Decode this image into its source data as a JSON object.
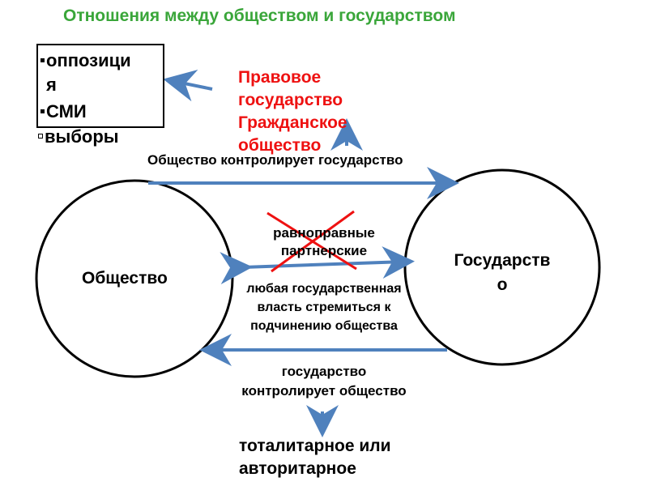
{
  "title": "Отношения между обществом и государством",
  "means": {
    "items": [
      "оппозици",
      "я",
      "СМИ",
      "выборы"
    ]
  },
  "democratic": {
    "lines": [
      "Правовое",
      "государство",
      "Гражданское",
      "общество"
    ]
  },
  "nodes": {
    "society": "Общество",
    "state_line1": "Государств",
    "state_line2": "о"
  },
  "relations": {
    "society_controls": "Общество контролирует государство",
    "equal_line1": "равноправные",
    "equal_line2": "партнерские",
    "subordination_line1": "любая государственная",
    "subordination_line2": "власть стремиться к",
    "subordination_line3": "подчинению общества",
    "state_controls_line1": "государство",
    "state_controls_line2": "контролирует общество"
  },
  "outcome": {
    "line1": "тоталитарное или",
    "line2": "авторитарное"
  },
  "colors": {
    "title": "#3aa63a",
    "arrow": "#4f81bd",
    "red": "#ee1111"
  }
}
